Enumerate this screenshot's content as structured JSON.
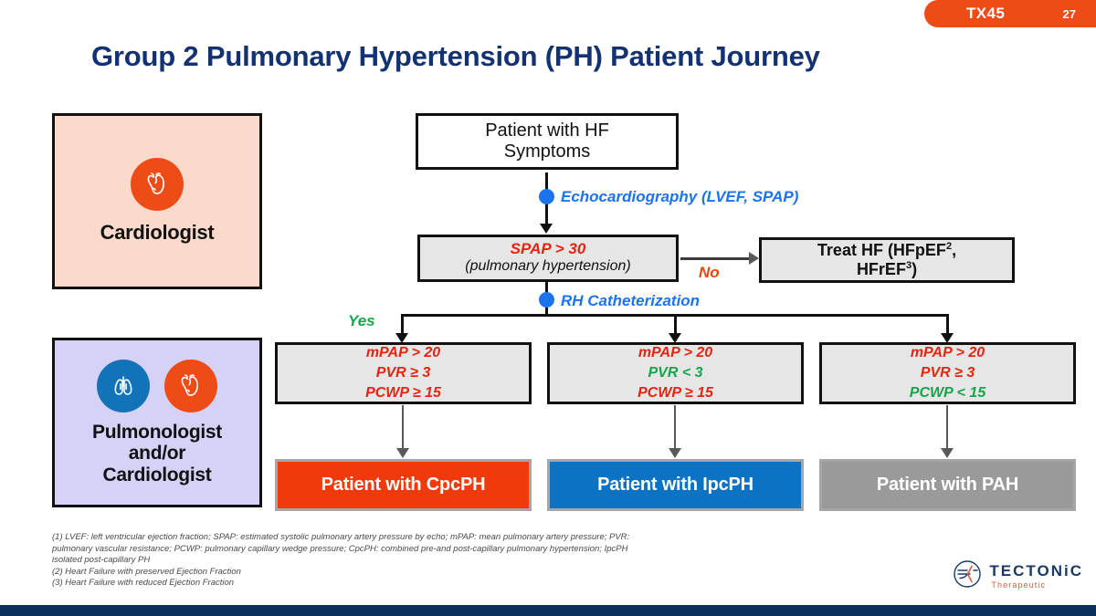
{
  "badge": {
    "code": "TX45",
    "page": "27"
  },
  "title": "Group 2 Pulmonary Hypertension (PH) Patient Journey",
  "roles": [
    {
      "name": "cardiologist",
      "label": "Cardiologist",
      "icons": [
        "heart-icon"
      ],
      "bg": "#FBDACB"
    },
    {
      "name": "pulmonologist-cardiologist",
      "label": "Pulmonologist\nand/or\nCardiologist",
      "label_line1": "Pulmonologist",
      "label_line2": "and/or",
      "label_line3": "Cardiologist",
      "icons": [
        "lungs-icon",
        "heart-icon"
      ],
      "bg": "#D5D1F7"
    }
  ],
  "flow": {
    "start": {
      "line1": "Patient with HF",
      "line2": "Symptoms"
    },
    "step_echo": {
      "label": "Echocardiography (LVEF, SPAP)",
      "color": "#1C73EE"
    },
    "decision_spap": {
      "line1": "SPAP > 30",
      "line2": "(pulmonary hypertension)"
    },
    "branch_no": "No",
    "branch_yes": "Yes",
    "treat_hf": {
      "text_prefix": "Treat HF (HFpEF",
      "sup1": "2",
      "text_mid": ",",
      "line2_prefix": "HFrEF",
      "sup2": "3",
      "line2_suffix": ")"
    },
    "step_rhc": {
      "label": "RH Catheterization",
      "color": "#1C73EE"
    },
    "criteria": [
      {
        "name": "criteria-cpcph",
        "lines": [
          {
            "text": "mPAP > 20",
            "color": "red"
          },
          {
            "text": "PVR ≥ 3",
            "color": "red"
          },
          {
            "text": "PCWP ≥ 15",
            "color": "red"
          }
        ]
      },
      {
        "name": "criteria-ipcph",
        "lines": [
          {
            "text": "mPAP > 20",
            "color": "red"
          },
          {
            "text": "PVR < 3",
            "color": "green"
          },
          {
            "text": "PCWP ≥ 15",
            "color": "red"
          }
        ]
      },
      {
        "name": "criteria-pah",
        "lines": [
          {
            "text": "mPAP > 20",
            "color": "red"
          },
          {
            "text": "PVR ≥ 3",
            "color": "red"
          },
          {
            "text": "PCWP < 15",
            "color": "green"
          }
        ]
      }
    ],
    "outcomes": [
      {
        "name": "outcome-cpcph",
        "label": "Patient with CpcPH",
        "color": "#F03A0B"
      },
      {
        "name": "outcome-ipcph",
        "label": "Patient with IpcPH",
        "color": "#0B72C4"
      },
      {
        "name": "outcome-pah",
        "label": "Patient with PAH",
        "color": "#9A9A9A"
      }
    ]
  },
  "footnotes": [
    "(1) LVEF: left ventricular ejection fraction; SPAP: estimated systolic pulmonary artery pressure by echo; mPAP: mean pulmonary artery pressure; PVR:",
    "pulmonary vascular resistance; PCWP: pulmonary capillary wedge pressure; CpcPH: combined pre-and post-capillary pulmonary hypertension; IpcPH",
    "isolated post-capillary PH",
    "(2) Heart Failure with preserved Ejection Fraction",
    "(3) Heart Failure with reduced Ejection Fraction"
  ],
  "logo": {
    "main": "TECTONiC",
    "sub": "Therapeutic"
  },
  "colors": {
    "title": "#123274",
    "brand_orange": "#EE4B16",
    "accent_blue": "#1C73EE",
    "criteria_red": "#E8230E",
    "criteria_green": "#13A64A",
    "navy_bar": "#0B3059"
  }
}
